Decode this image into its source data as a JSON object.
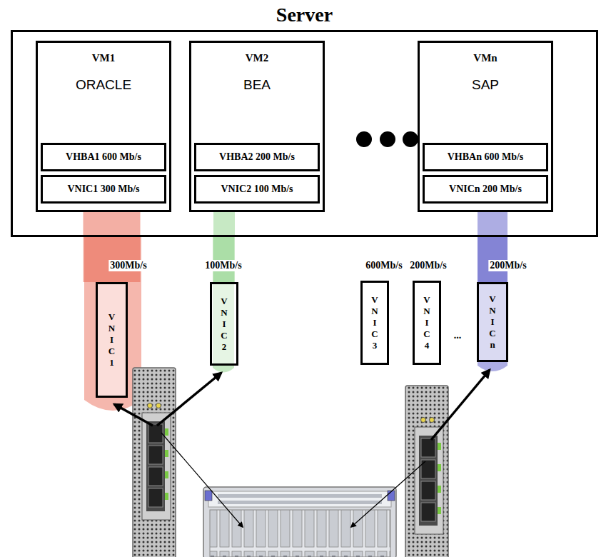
{
  "diagram": {
    "nodes": [
      {
        "text": [
          "Server"
        ]
      },
      {
        "text": [
          "VM1",
          "ORACLE"
        ],
        "in": 0
      },
      {
        "text": [
          "VHBA1 600 Mb/s"
        ],
        "in": 1
      },
      {
        "text": [
          "VNIC1 300 Mb/s"
        ],
        "in": 1
      },
      {
        "text": [
          "VM2",
          "BEA"
        ],
        "in": 0
      },
      {
        "text": [
          "VHBA2 200 Mb/s"
        ],
        "in": 4
      },
      {
        "text": [
          "VNIC2 100 Mb/s"
        ],
        "in": 4
      },
      {
        "text": [
          "VMn",
          "SAP"
        ],
        "in": 0
      },
      {
        "text": [
          "VHBAn 600 Mb/s"
        ],
        "in": 7
      },
      {
        "text": [
          "VNICn 200 Mb/s"
        ],
        "in": 7
      },
      {
        "text": [
          "VNIC1"
        ]
      },
      {
        "text": [
          "VNIC2"
        ]
      },
      {
        "text": [
          "VNIC3"
        ]
      },
      {
        "text": [
          "VNIC4"
        ]
      },
      {
        "text": [
          "VNICn"
        ]
      }
    ],
    "edges": [
      {
        "from": 3,
        "to": 10,
        "arrow": "none",
        "label": "300Mb/s"
      },
      {
        "from": 6,
        "to": 11,
        "arrow": "none",
        "label": "100Mb/s"
      },
      {
        "from": 9,
        "to": 14,
        "arrow": "none",
        "label": "200Mb/s"
      }
    ],
    "labels": [
      "600Mb/s",
      "200Mb/s",
      "..."
    ]
  }
}
